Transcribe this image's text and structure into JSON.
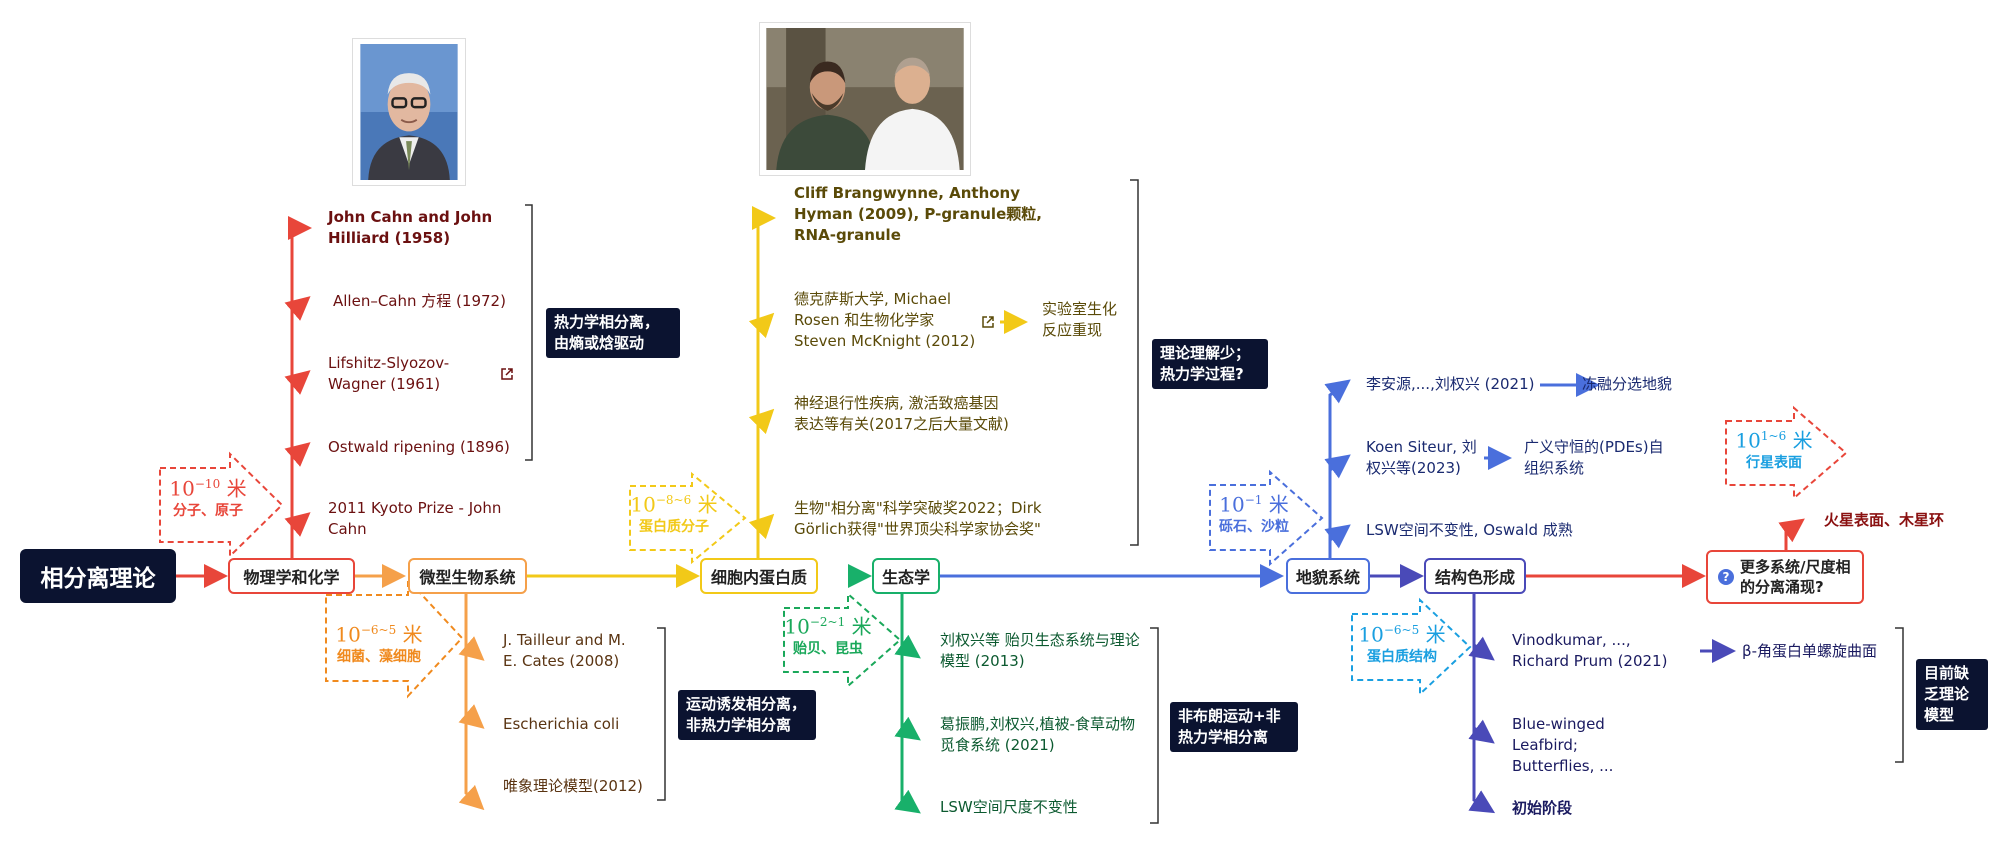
{
  "root": {
    "title": "相分离理论"
  },
  "main_nodes": {
    "physics": "物理学和化学",
    "micro": "微型生物系统",
    "cell": "细胞内蛋白质",
    "eco": "生态学",
    "geo": "地貌系统",
    "color": "结构色形成",
    "more": "更多系统/尺度相的分离涌现?"
  },
  "physics_branch": {
    "items": [
      "John Cahn and John Hilliard (1958)",
      "Allen–Cahn 方程 (1972)",
      "Lifshitz-Slyozov-Wagner (1961)",
      "Ostwald ripening (1896)",
      "2011 Kyoto Prize - John Cahn"
    ],
    "tag": "热力学相分离，由熵或焓驱动"
  },
  "micro_branch": {
    "items": [
      "J. Tailleur and M. E. Cates (2008)",
      "Escherichia coli",
      "唯象理论模型(2012)"
    ],
    "tag": "运动诱发相分离，非热力学相分离"
  },
  "cell_branch": {
    "items": [
      "Cliff Brangwynne, Anthony Hyman (2009), P-granule颗粒, RNA-granule",
      "德克萨斯大学, Michael Rosen 和生物化学家 Steven McKnight (2012)",
      "神经退行性疾病, 激活致癌基因表达等有关(2017之后大量文献)",
      "生物\"相分离\"科学突破奖2022；Dirk Görlich获得\"世界顶尖科学家协会奖\""
    ],
    "sub": "实验室生化反应重现",
    "tag": "理论理解少；热力学过程?"
  },
  "eco_branch": {
    "items": [
      "刘权兴等 贻贝生态系统与理论模型 (2013)",
      "葛振鹏,刘权兴,植被-食草动物觅食系统 (2021)",
      "LSW空间尺度不变性"
    ],
    "tag": "非布朗运动+非热力学相分离"
  },
  "geo_branch": {
    "items": [
      "李安源,...,刘权兴 (2021)",
      "Koen Siteur, 刘权兴等(2023)",
      "LSW空间不变性, Oswald 成熟"
    ],
    "subs": [
      "冻融分选地貌",
      "广义守恒的(PDEs)自组织系统"
    ]
  },
  "color_branch": {
    "items": [
      "Vinodkumar, ..., Richard Prum (2021)",
      "Blue-winged Leafbird; Butterflies, ...",
      "初始阶段"
    ],
    "sub": "β-角蛋白单螺旋曲面",
    "tag": "目前缺乏理论模型"
  },
  "more_branch": {
    "item": "火星表面、木星环"
  },
  "scales": [
    {
      "base": "10",
      "exp": "−10",
      "unit": "米",
      "desc": "分子、原子",
      "color": "#e8463a"
    },
    {
      "base": "10",
      "exp": "−6~5",
      "unit": "米",
      "desc": "细菌、藻细胞",
      "color": "#f08a1e"
    },
    {
      "base": "10",
      "exp": "−8~6",
      "unit": "米",
      "desc": "蛋白质分子",
      "color": "#f2c918"
    },
    {
      "base": "10",
      "exp": "−2~1",
      "unit": "米",
      "desc": "贻贝、昆虫",
      "color": "#1aa85a"
    },
    {
      "base": "10",
      "exp": "−1",
      "unit": "米",
      "desc": "砾石、沙粒",
      "color": "#4a6fdc"
    },
    {
      "base": "10",
      "exp": "−6~5",
      "unit": "米",
      "desc": "蛋白质结构",
      "color": "#1a9fe0"
    },
    {
      "base": "10",
      "exp": "1~6",
      "unit": "米",
      "desc": "行星表面",
      "color": "#1a9fe0"
    }
  ],
  "icons": {
    "external_link": "external-link-icon",
    "question": "question-icon"
  },
  "colors": {
    "physics": "#e8463a",
    "micro": "#f5a04a",
    "cell": "#f2c918",
    "eco": "#18b06a",
    "geo": "#4a6fdc",
    "color": "#4a4ab8",
    "more": "#e8463a"
  }
}
